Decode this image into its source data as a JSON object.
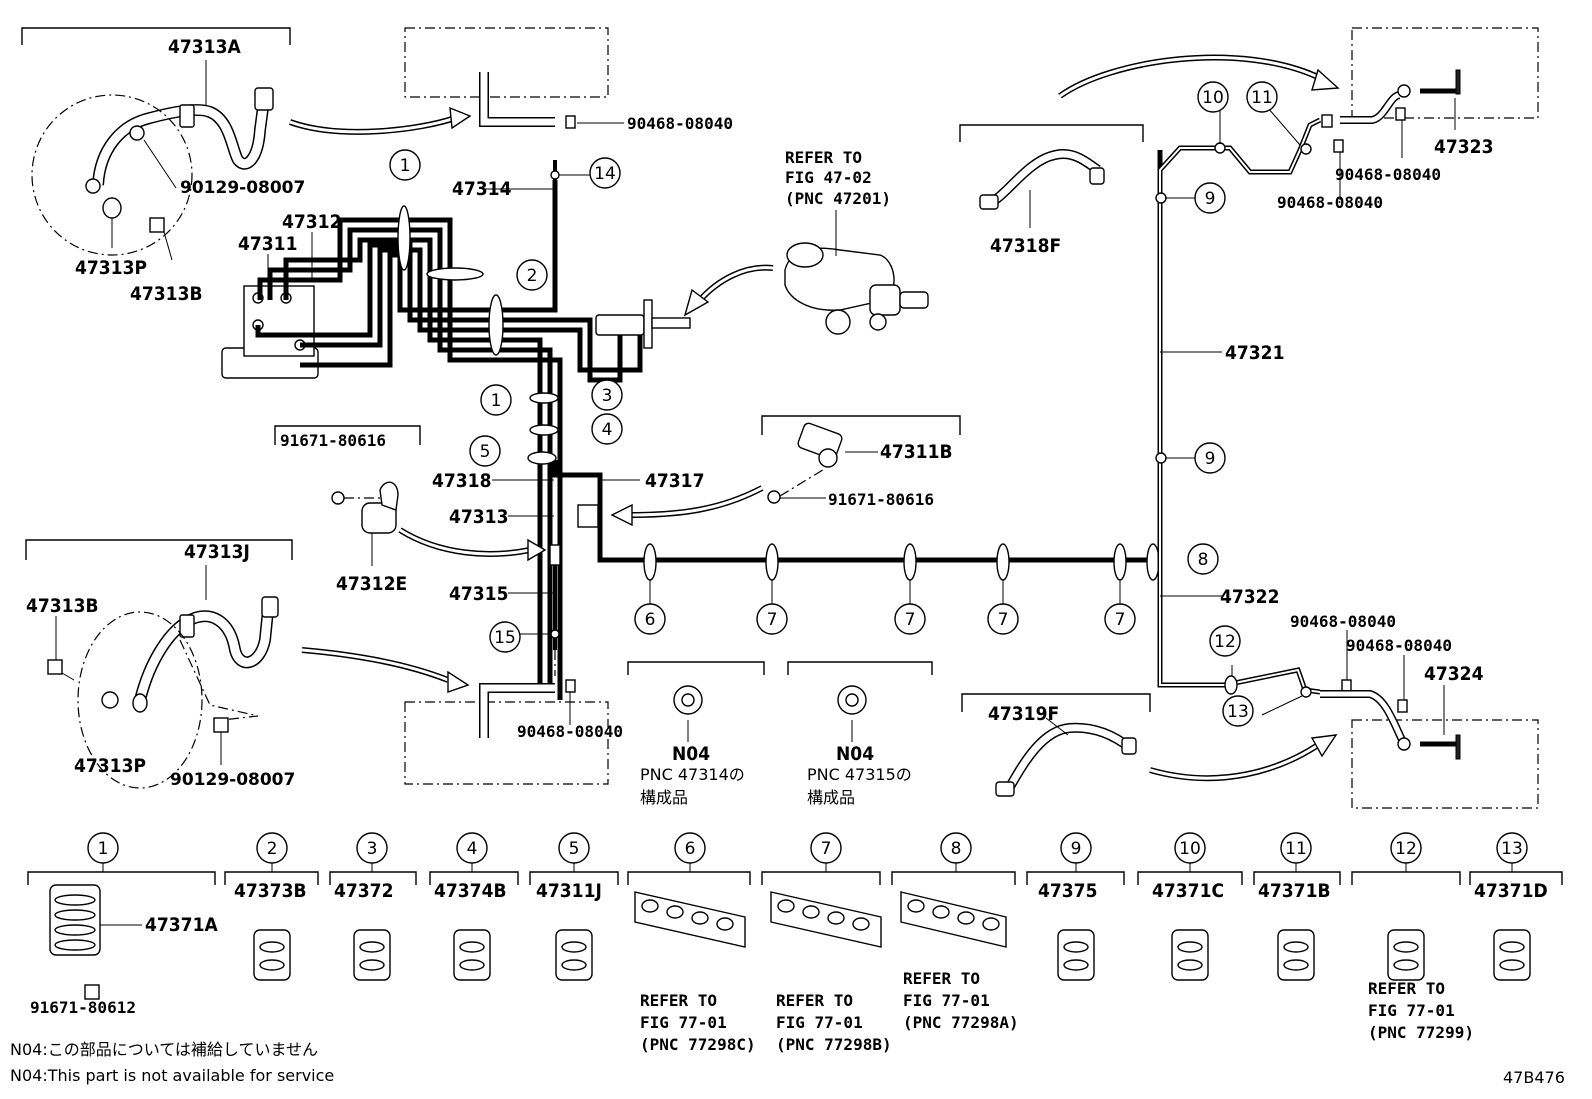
{
  "callouts": {
    "p47313A": "47313A",
    "p90129_a": "90129-08007",
    "p47313P_a": "47313P",
    "p47313B_a": "47313B",
    "p47312": "47312",
    "p47311": "47311",
    "p90468_top": "90468-08040",
    "p47314": "47314",
    "refer1": "REFER TO",
    "refer2": "FIG 47-02",
    "refer3": "(PNC 47201)",
    "p47318F": "47318F",
    "p47323": "47323",
    "p90468_tr1": "90468-08040",
    "p90468_tr2": "90468-08040",
    "p47321": "47321",
    "p47311B": "47311B",
    "p91671_mid": "91671-80616",
    "p91671_left": "91671-80616",
    "p47318": "47318",
    "p47317": "47317",
    "p47313": "47313",
    "p47312E": "47312E",
    "p47315": "47315",
    "p47322": "47322",
    "p90468_rb1": "90468-08040",
    "p90468_rb2": "90468-08040",
    "p47324": "47324",
    "p47313J": "47313J",
    "p47313B_b": "47313B",
    "p47313P_b": "47313P",
    "p90129_b": "90129-08007",
    "p90468_bot": "90468-08040",
    "p47319F": "47319F",
    "n04_a": "N04",
    "pnc_a": "PNC 47314の",
    "kousei_a": "構成品",
    "n04_b": "N04",
    "pnc_b": "PNC 47315の",
    "kousei_b": "構成品"
  },
  "circle_numbers": [
    "1",
    "2",
    "3",
    "4",
    "5",
    "6",
    "7",
    "8",
    "9",
    "10",
    "11",
    "12",
    "13",
    "14",
    "15"
  ],
  "clamp_legend": [
    {
      "no": "1",
      "part": "47371A"
    },
    {
      "no": "2",
      "part": "47373B"
    },
    {
      "no": "3",
      "part": "47372"
    },
    {
      "no": "4",
      "part": "47374B"
    },
    {
      "no": "5",
      "part": "47311J"
    },
    {
      "no": "6",
      "part": ""
    },
    {
      "no": "7",
      "part": ""
    },
    {
      "no": "8",
      "part": ""
    },
    {
      "no": "9",
      "part": "47375"
    },
    {
      "no": "10",
      "part": "47371C"
    },
    {
      "no": "11",
      "part": "47371B"
    },
    {
      "no": "12",
      "part": ""
    },
    {
      "no": "13",
      "part": "47371D"
    }
  ],
  "legend_extra": {
    "bolt": "91671-80612",
    "ref6_1": "REFER TO",
    "ref6_2": "FIG 77-01",
    "ref6_3": "(PNC 77298C)",
    "ref7_1": "REFER TO",
    "ref7_2": "FIG 77-01",
    "ref7_3": "(PNC 77298B)",
    "ref8_1": "REFER TO",
    "ref8_2": "FIG 77-01",
    "ref8_3": "(PNC 77298A)",
    "ref12_1": "REFER TO",
    "ref12_2": "FIG 77-01",
    "ref12_3": "(PNC 77299)"
  },
  "footnotes": {
    "jp": "N04:この部品については補給していません",
    "en": "N04:This part is not available for service"
  },
  "drawing_id": "47B476"
}
